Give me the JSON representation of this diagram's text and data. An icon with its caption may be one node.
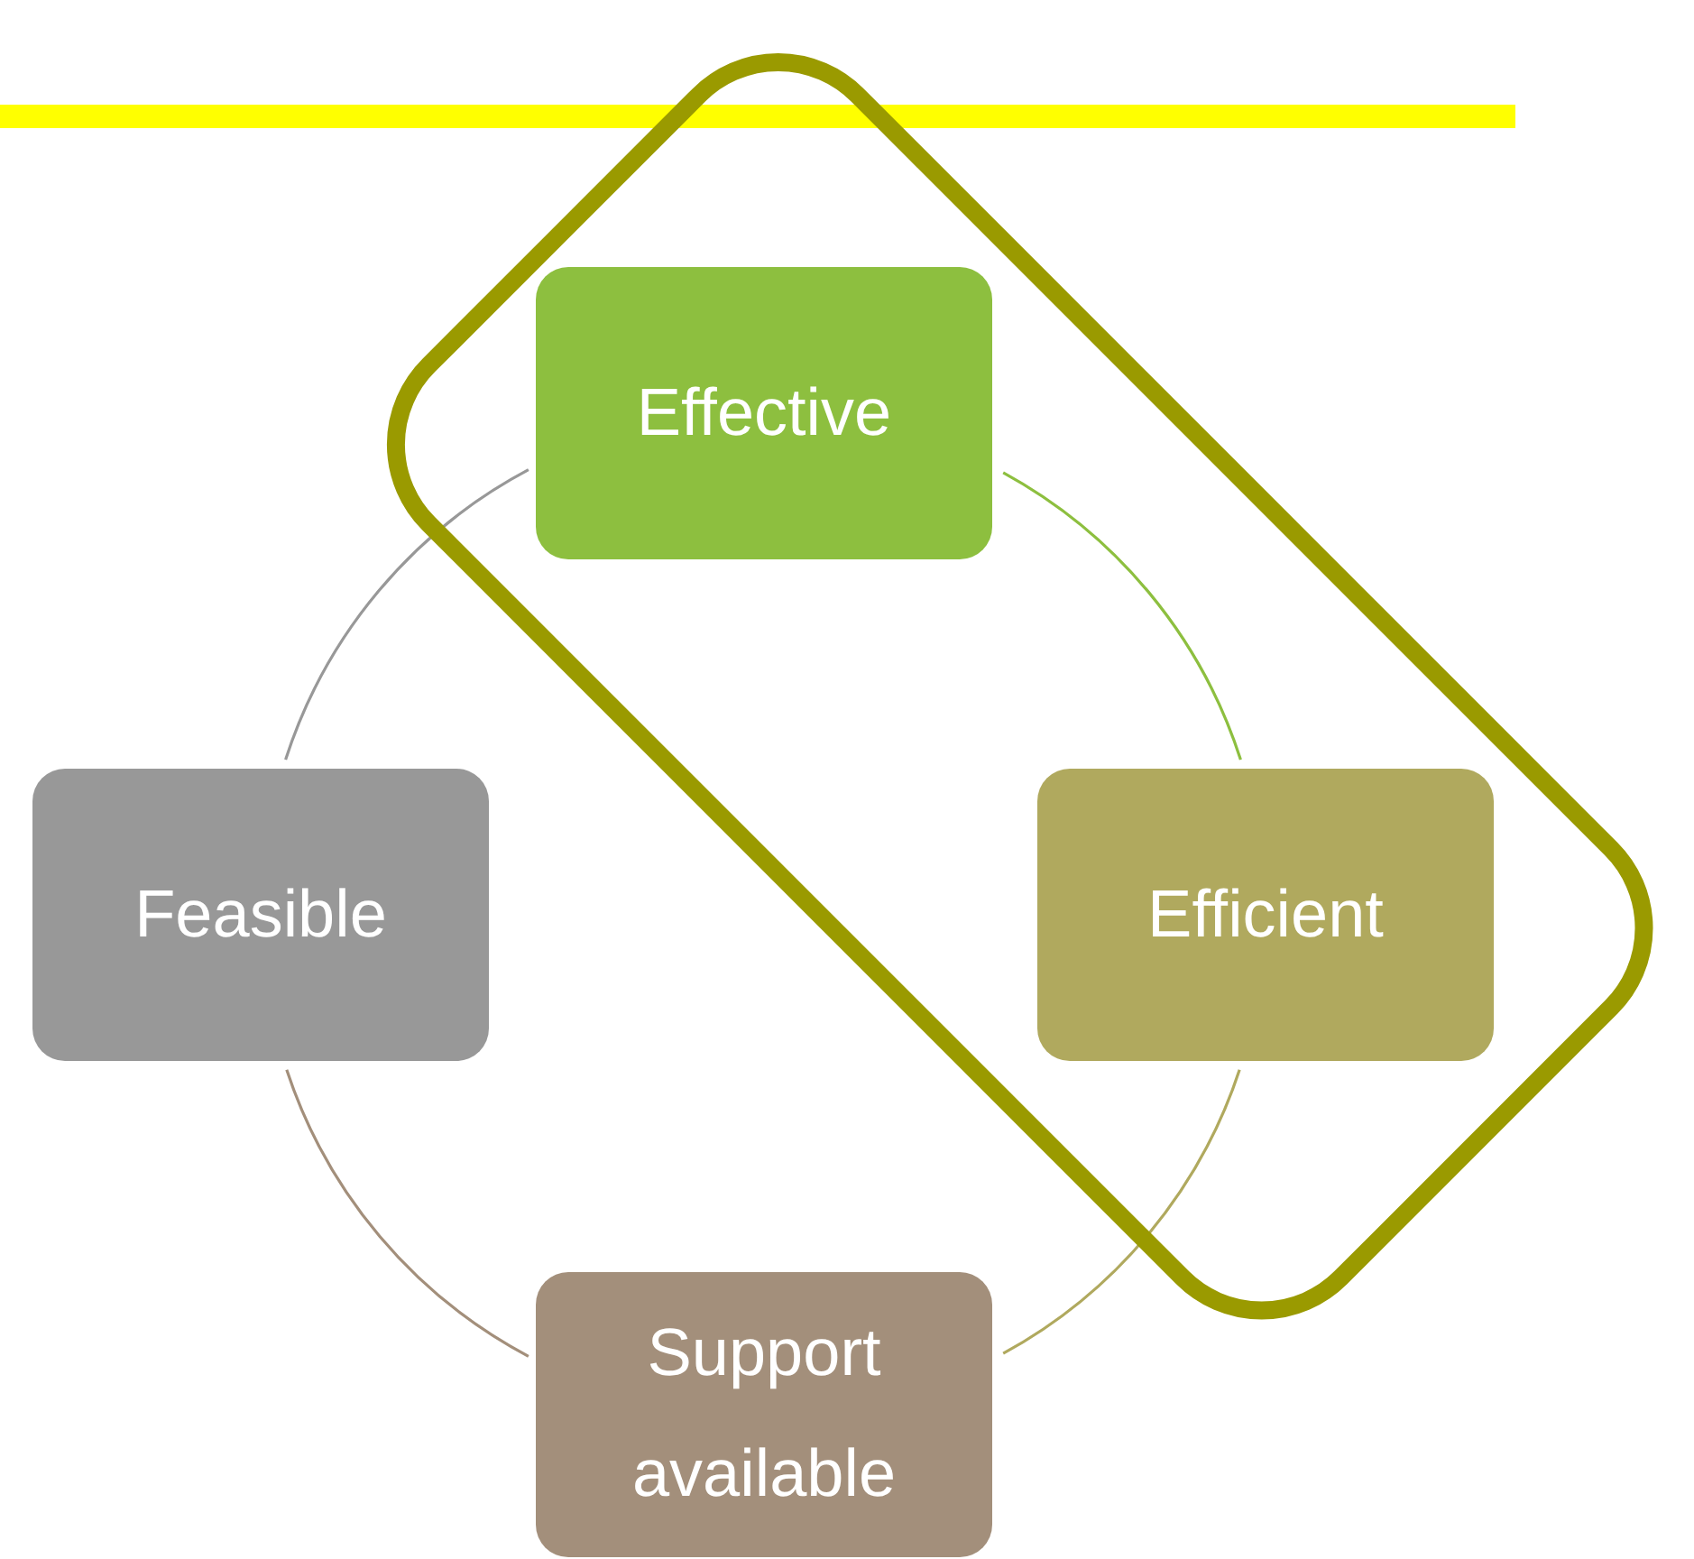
{
  "diagram": {
    "nodes": [
      {
        "text": [
          "Effective"
        ]
      },
      {
        "text": [
          "Efficient"
        ]
      },
      {
        "text": [
          "Support available"
        ]
      },
      {
        "text": [
          "Feasible"
        ]
      }
    ],
    "edges": [
      {
        "from": 0,
        "to": 1,
        "arrow": "none",
        "color": "#8dbf3f"
      },
      {
        "from": 1,
        "to": 2,
        "arrow": "none",
        "color": "#b0a95e"
      },
      {
        "from": 2,
        "to": 3,
        "arrow": "none",
        "color": "#a38f7b"
      },
      {
        "from": 3,
        "to": 0,
        "arrow": "none",
        "color": "#989898"
      }
    ]
  }
}
